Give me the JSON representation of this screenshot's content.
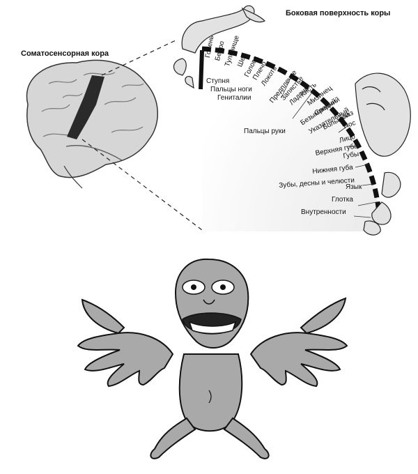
{
  "titles": {
    "somatosensory_cortex": "Соматосенсорная кора",
    "lateral_surface": "Боковая поверхность коры"
  },
  "body_parts": [
    "Голень",
    "Бедро",
    "Туловище",
    "Шея",
    "Голова",
    "Плечо",
    "Локоть",
    "Предплечье",
    "Запястье",
    "Ладонь",
    "Кисть",
    "Мизинец",
    "Безымянный",
    "Средний",
    "Указательный",
    "Большой",
    "Глаз",
    "Нос",
    "Лицо",
    "Верхняя губа",
    "Губы",
    "Нижняя губа",
    "Зубы, десны и челюсти",
    "Язык",
    "Глотка",
    "Внутренности"
  ],
  "medial_parts": [
    "Ступня",
    "Пальцы ноги",
    "Гениталии"
  ],
  "group_labels": {
    "fingers": "Пальцы руки"
  },
  "colors": {
    "ink": "#111111",
    "cortex_band": "#2a2a2a",
    "figure_fill": "#a9a9a9",
    "brain_fill": "#d6d6d6"
  }
}
